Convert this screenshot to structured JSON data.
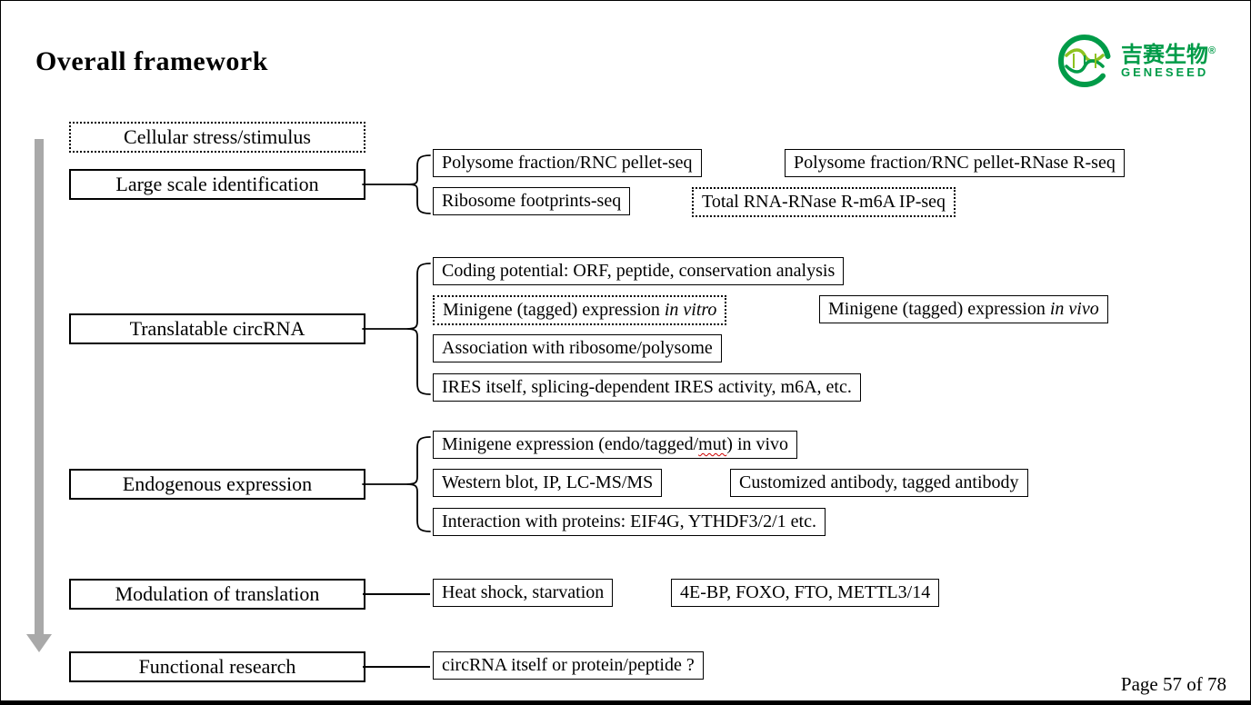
{
  "slide": {
    "title": "Overall framework",
    "page_label": "Page 57 of 78"
  },
  "logo": {
    "cn": "吉赛生物",
    "reg": "®",
    "en": "GENESEED",
    "green": "#009b48",
    "lime": "#8dc21f"
  },
  "left_boxes": [
    {
      "label": "Cellular stress/stimulus"
    },
    {
      "label": "Large scale identification"
    },
    {
      "label": "Translatable circRNA"
    },
    {
      "label": "Endogenous expression"
    },
    {
      "label": "Modulation of translation"
    },
    {
      "label": "Functional research"
    }
  ],
  "groups": {
    "large_scale": {
      "boxes": [
        {
          "text": "Polysome fraction/RNC pellet-seq"
        },
        {
          "text": "Polysome fraction/RNC pellet-RNase R-seq"
        },
        {
          "text": "Ribosome footprints-seq"
        },
        {
          "text": "Total RNA-RNase R-m6A IP-seq"
        }
      ]
    },
    "translatable": {
      "boxes": [
        {
          "text": "Coding potential: ORF, peptide, conservation analysis"
        },
        {
          "text": "Minigene (tagged) expression ",
          "em": "in vitro"
        },
        {
          "text": "Minigene (tagged) expression ",
          "em": "in vivo"
        },
        {
          "text": "Association with ribosome/polysome"
        },
        {
          "text": "IRES itself, splicing-dependent IRES activity, m6A, etc."
        }
      ]
    },
    "endogenous": {
      "boxes": [
        {
          "pre": "Minigene expression (endo/tagged/",
          "mark": "mut",
          "post": ") in vivo"
        },
        {
          "text": "Western blot, IP, LC-MS/MS"
        },
        {
          "text": "Customized antibody, tagged antibody"
        },
        {
          "text": "Interaction with proteins: EIF4G, YTHDF3/2/1 etc."
        }
      ]
    },
    "modulation": {
      "boxes": [
        {
          "text": "Heat shock, starvation"
        },
        {
          "text": "4E-BP, FOXO, FTO, METTL3/14"
        }
      ]
    },
    "functional": {
      "boxes": [
        {
          "text": "circRNA itself or protein/peptide ?"
        }
      ]
    }
  }
}
